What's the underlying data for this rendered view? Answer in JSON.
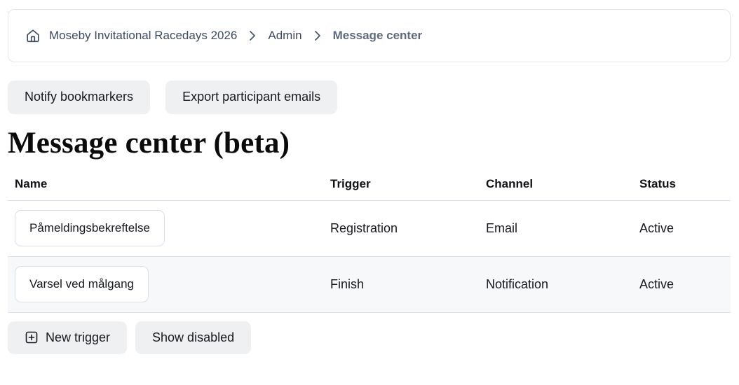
{
  "breadcrumb": {
    "items": [
      {
        "label": "Moseby Invitational Racedays 2026"
      },
      {
        "label": "Admin"
      },
      {
        "label": "Message center"
      }
    ]
  },
  "toolbar": {
    "notify_label": "Notify bookmarkers",
    "export_label": "Export participant emails"
  },
  "page": {
    "title": "Message center (beta)"
  },
  "table": {
    "columns": [
      "Name",
      "Trigger",
      "Channel",
      "Status"
    ],
    "rows": [
      {
        "name": "Påmeldingsbekreftelse",
        "trigger": "Registration",
        "channel": "Email",
        "status": "Active"
      },
      {
        "name": "Varsel ved målgang",
        "trigger": "Finish",
        "channel": "Notification",
        "status": "Active"
      }
    ]
  },
  "footer": {
    "new_trigger_label": "New trigger",
    "show_disabled_label": "Show disabled"
  },
  "colors": {
    "breadcrumb_text": "#3d4a61",
    "breadcrumb_current": "#5e6b7e",
    "button_bg": "#eef0f2",
    "table_border": "#dbe2ea",
    "row_alt_bg": "#f7f8fa",
    "chip_border": "#d9dfe8",
    "text": "#17191e"
  }
}
